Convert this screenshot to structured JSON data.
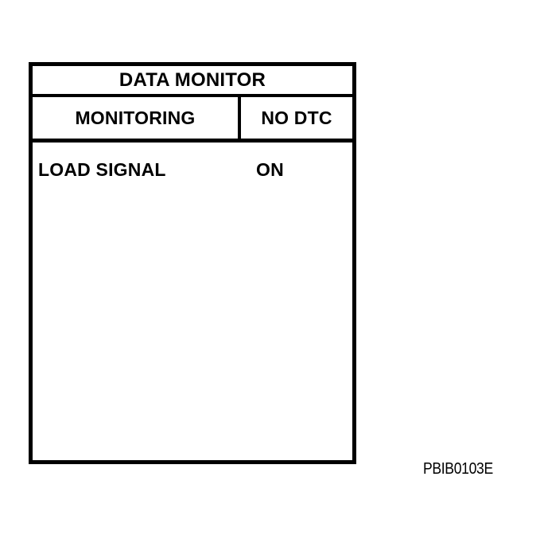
{
  "figure": {
    "reference_code": "PBIB0103E"
  },
  "panel": {
    "title": "DATA MONITOR",
    "status": {
      "mode": "MONITORING",
      "dtc": "NO DTC"
    },
    "parameters": [
      {
        "name": "LOAD SIGNAL",
        "value": "ON"
      }
    ]
  },
  "colors": {
    "border": "#000000",
    "background": "#ffffff",
    "text": "#000000"
  }
}
